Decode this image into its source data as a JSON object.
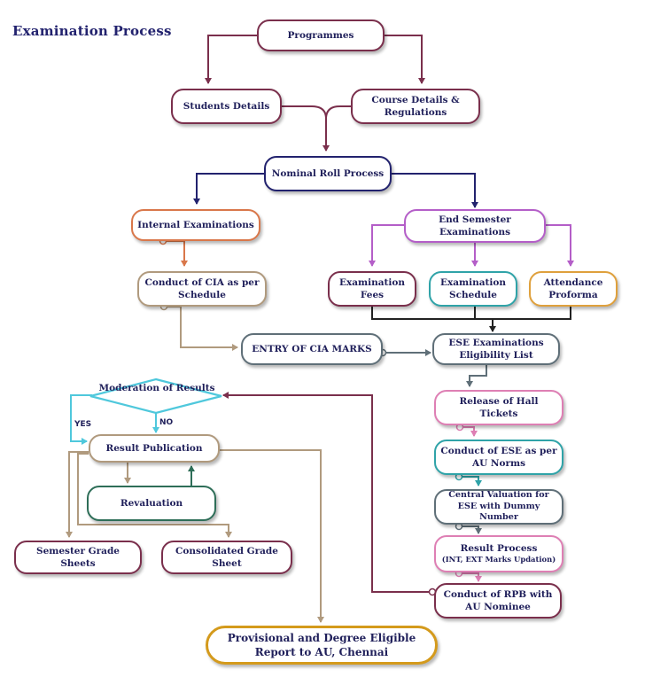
{
  "title": "Examination Process",
  "nodes": {
    "programmes": "Programmes",
    "students_details": "Students Details",
    "course_details": "Course Details & Regulations",
    "nominal_roll": "Nominal Roll Process",
    "internal_exams": "Internal Examinations",
    "end_sem_exams": "End Semester Examinations",
    "conduct_cia": "Conduct of CIA as per Schedule",
    "exam_fees": "Examination Fees",
    "exam_schedule": "Examination Schedule",
    "attendance": "Attendance Proforma",
    "entry_cia": "ENTRY OF CIA MARKS",
    "ese_eligibility": "ESE Examinations Eligibility List",
    "moderation": "Moderation of Results",
    "release_hall": "Release of Hall Tickets",
    "result_publication": "Result Publication",
    "conduct_ese": "Conduct of ESE as per AU Norms",
    "revaluation": "Revaluation",
    "central_valuation": "Central Valuation for ESE with Dummy Number",
    "semester_grade": "Semester Grade Sheets",
    "consolidated_grade": "Consolidated Grade Sheet",
    "result_process": "Result Process",
    "result_process_sub": "(INT, EXT Marks Updation)",
    "conduct_rpb": "Conduct of RPB with AU Nominee",
    "provisional": "Provisional and Degree Eligible Report to AU, Chennai"
  },
  "labels": {
    "yes": "YES",
    "no": "NO"
  },
  "colors": {
    "maroon": "#7a2f4c",
    "navy": "#22226e",
    "orange": "#d9774a",
    "tan": "#b09a7e",
    "purple": "#b45ec8",
    "teal": "#2fa3a8",
    "orange_yellow": "#dfa03c",
    "slate": "#5f6f78",
    "cyan": "#4fc8dc",
    "pink": "#de7fb4",
    "dark_green": "#2e6e58",
    "gold": "#d49a1c"
  }
}
